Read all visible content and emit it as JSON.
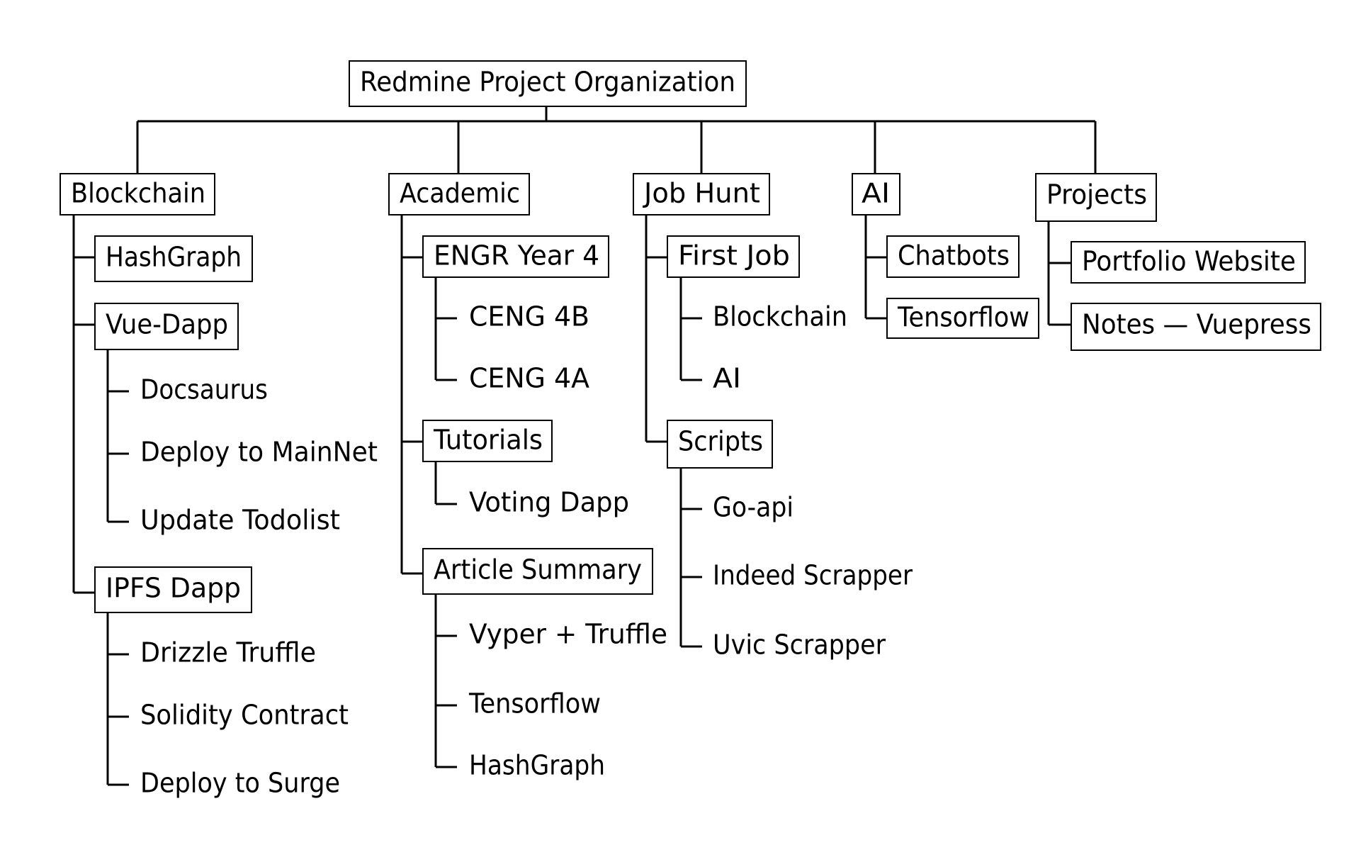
{
  "diagram": {
    "root": "Redmine Project Organization",
    "blockchain": {
      "label": "Blockchain",
      "hashgraph": "HashGraph",
      "vue_dapp": {
        "label": "Vue-Dapp",
        "items": [
          "Docsaurus",
          "Deploy to MainNet",
          "Update Todolist"
        ]
      },
      "ipfs_dapp": {
        "label": "IPFS Dapp",
        "items": [
          "Drizzle Truffle",
          "Solidity Contract",
          "Deploy to Surge"
        ]
      }
    },
    "academic": {
      "label": "Academic",
      "engr_year_4": {
        "label": "ENGR Year 4",
        "items": [
          "CENG 4B",
          "CENG 4A"
        ]
      },
      "tutorials": {
        "label": "Tutorials",
        "items": [
          "Voting Dapp"
        ]
      },
      "article_summary": {
        "label": "Article Summary",
        "items": [
          "Vyper + Truffle",
          "Tensorflow",
          "HashGraph"
        ]
      }
    },
    "job_hunt": {
      "label": "Job Hunt",
      "first_job": {
        "label": "First Job",
        "items": [
          "Blockchain",
          "AI"
        ]
      },
      "scripts": {
        "label": "Scripts",
        "items": [
          "Go-api",
          "Indeed Scrapper",
          "Uvic Scrapper"
        ]
      }
    },
    "ai": {
      "label": "AI",
      "items": [
        "Chatbots",
        "Tensorflow"
      ]
    },
    "projects": {
      "label": "Projects",
      "items": [
        "Portfolio Website",
        "Notes — Vuepress"
      ]
    }
  }
}
